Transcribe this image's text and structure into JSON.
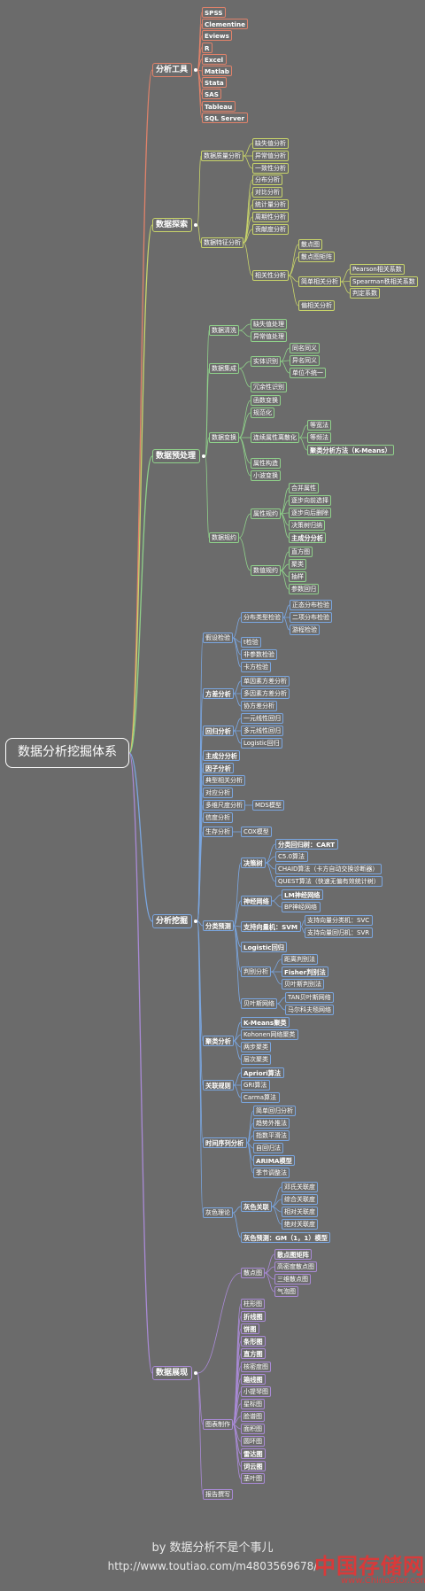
{
  "root": "数据分析挖掘体系",
  "colors": {
    "tools": "#e0826a",
    "explore": "#c8d46a",
    "preprocess": "#8fd18a",
    "mining": "#7aa6e0",
    "present": "#a98ad6"
  },
  "branches": {
    "tools": {
      "label": "分析工具",
      "items": [
        "SPSS",
        "Clementine",
        "Eviews",
        "R",
        "Excel",
        "Matlab",
        "Stata",
        "SAS",
        "Tableau",
        "SQL Server"
      ]
    },
    "explore": {
      "label": "数据探索",
      "quality": {
        "label": "数据质量分析",
        "items": [
          "缺失值分析",
          "异常值分析",
          "一致性分析"
        ]
      },
      "feature": {
        "label": "数据特征分析",
        "items": [
          "分布分析",
          "对比分析",
          "统计量分析",
          "周期性分析",
          "贡献度分析"
        ],
        "corr": {
          "label": "相关性分析",
          "items": [
            "散点图",
            "散点图矩阵"
          ],
          "simple": {
            "label": "简单相关分析",
            "items": [
              "Pearson相关系数",
              "Spearman秩相关系数",
              "判定系数"
            ]
          },
          "partial": "偏相关分析"
        }
      }
    },
    "preprocess": {
      "label": "数据预处理",
      "clean": {
        "label": "数据清洗",
        "items": [
          "缺失值处理",
          "异常值处理"
        ]
      },
      "integrate": {
        "label": "数据集成",
        "entity": {
          "label": "实体识别",
          "items": [
            "同名同义",
            "异名同义",
            "单位不统一"
          ]
        },
        "redundant": "冗余性识别"
      },
      "transform": {
        "label": "数据变换",
        "items": [
          "函数变换",
          "规范化"
        ],
        "discrete": {
          "label": "连续属性离散化",
          "items": [
            "等宽法",
            "等频法",
            "聚类分析方法（K-Means）"
          ]
        },
        "items2": [
          "属性构造",
          "小波变换"
        ]
      },
      "reduce": {
        "label": "数据规约",
        "attr": {
          "label": "属性规约",
          "items": [
            "合并属性",
            "逐步向前选择",
            "逐步向后删除",
            "决策树归纳",
            "主成分分析"
          ]
        },
        "value": {
          "label": "数值规约",
          "items": [
            "直方图",
            "聚类",
            "抽样",
            "参数回归"
          ]
        }
      }
    },
    "mining": {
      "label": "分析挖掘",
      "hypo": {
        "label": "假设检验",
        "dist": {
          "label": "分布类型检验",
          "items": [
            "正态分布检验",
            "二项分布检验",
            "游程检验"
          ]
        },
        "items": [
          "t检验",
          "非参数检验",
          "卡方检验"
        ]
      },
      "anova": {
        "label": "方差分析",
        "items": [
          "单因素方差分析",
          "多因素方差分析",
          "协方差分析"
        ]
      },
      "regress": {
        "label": "回归分析",
        "items": [
          "一元线性回归",
          "多元线性回归",
          "Logistic回归"
        ]
      },
      "single": [
        "主成分分析",
        "因子分析",
        "典型相关分析",
        "对应分析"
      ],
      "mds": {
        "label": "多维尺度分析",
        "item": "MDS模型"
      },
      "reliability": "信度分析",
      "survival": {
        "label": "生存分析",
        "item": "COX模型"
      },
      "classify": {
        "label": "分类预测",
        "tree": {
          "label": "决策树",
          "items": [
            "分类回归树：CART",
            "C5.0算法",
            "CHAID算法（卡方自动交换诊断器）",
            "QUEST算法（快速无偏有效统计树）"
          ]
        },
        "nn": {
          "label": "神经网络",
          "items": [
            "LM神经网络",
            "BP神经网络"
          ]
        },
        "svm": {
          "label": "支持向量机：SVM",
          "items": [
            "支持向量分类机：SVC",
            "支持向量回归机：SVR"
          ]
        },
        "logistic": "Logistic回归",
        "discrim": {
          "label": "判别分析",
          "items": [
            "距离判别法",
            "Fisher判别法",
            "贝叶斯判别法"
          ]
        },
        "bayes": {
          "label": "贝叶斯网络",
          "items": [
            "TAN贝叶斯网络",
            "马尔科夫毯网络"
          ]
        }
      },
      "cluster": {
        "label": "聚类分析",
        "items": [
          "K-Means聚类",
          "Kohonen网络聚类",
          "两步聚类",
          "层次聚类"
        ]
      },
      "assoc": {
        "label": "关联规则",
        "items": [
          "Apriori算法",
          "GRI算法",
          "Carma算法"
        ]
      },
      "ts": {
        "label": "时间序列分析",
        "items": [
          "简单回归分析",
          "趋势外推法",
          "指数平滑法",
          "自回归法",
          "ARIMA模型",
          "季节调整法"
        ]
      },
      "grey": {
        "label": "灰色理论",
        "relation": {
          "label": "灰色关联",
          "items": [
            "邓氏关联度",
            "综合关联度",
            "相对关联度",
            "绝对关联度"
          ]
        },
        "predict": "灰色预测：GM（1，1）模型"
      }
    },
    "present": {
      "label": "数据展现",
      "scatter": {
        "label": "散点图",
        "items": [
          "散点图矩阵",
          "高密度散点图",
          "三维散点图",
          "气泡图"
        ]
      },
      "charts": {
        "label": "图表制作",
        "items": [
          "柱形图",
          "折线图",
          "饼图",
          "条形图",
          "直方图",
          "核密度图",
          "箱线图",
          "小提琴图",
          "星标图",
          "脸谱图",
          "面积图",
          "圆环图",
          "雷达图",
          "词云图",
          "茎叶图"
        ]
      },
      "report": "报告撰写"
    }
  },
  "footer": {
    "by": "by   数据分析不是个事儿",
    "url": "http://www.toutiao.com/m4803569678/"
  },
  "watermark": {
    "cn": "中国存储网",
    "en": "www.ChinaStor.com"
  }
}
